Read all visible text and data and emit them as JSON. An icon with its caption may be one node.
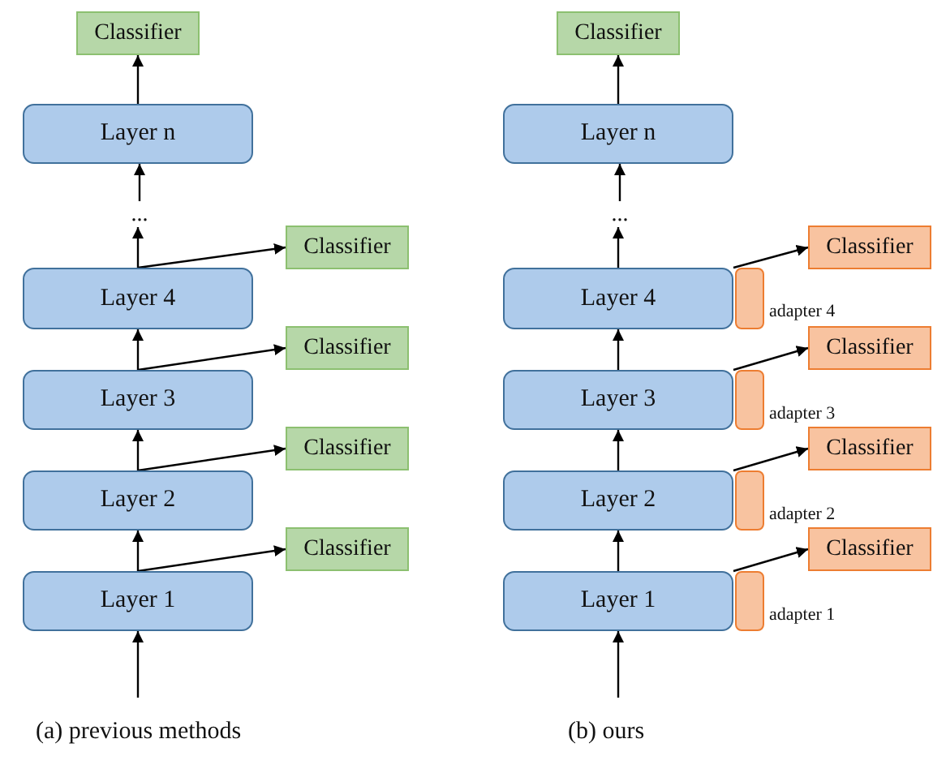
{
  "diagram": {
    "nodes": [
      {
        "text": [
          "Classifier"
        ]
      },
      {
        "text": [
          "Layer n"
        ]
      },
      {
        "text": [
          "..."
        ]
      },
      {
        "text": [
          "Classifier"
        ]
      },
      {
        "text": [
          "Layer 4"
        ]
      },
      {
        "text": [
          "Classifier"
        ]
      },
      {
        "text": [
          "Layer 3"
        ]
      },
      {
        "text": [
          "Classifier"
        ]
      },
      {
        "text": [
          "Layer 2"
        ]
      },
      {
        "text": [
          "Classifier"
        ]
      },
      {
        "text": [
          "Layer 1"
        ]
      },
      {
        "text": [
          "Classifier"
        ]
      },
      {
        "text": [
          "Layer n"
        ]
      },
      {
        "text": [
          "..."
        ]
      },
      {
        "text": [
          "Classifier"
        ]
      },
      {
        "text": [
          "Layer 4"
        ]
      },
      {
        "text": [],
        "shape": "box",
        "beside": [
          "adapter 4"
        ]
      },
      {
        "text": [
          "Classifier"
        ]
      },
      {
        "text": [
          "Layer 3"
        ]
      },
      {
        "text": [],
        "shape": "box",
        "beside": [
          "adapter 3"
        ]
      },
      {
        "text": [
          "Classifier"
        ]
      },
      {
        "text": [
          "Layer 2"
        ]
      },
      {
        "text": [],
        "shape": "box",
        "beside": [
          "adapter 2"
        ]
      },
      {
        "text": [
          "Classifier"
        ]
      },
      {
        "text": [
          "Layer 1"
        ]
      },
      {
        "text": [],
        "shape": "box",
        "beside": [
          "adapter 1"
        ]
      }
    ],
    "edges": [
      {
        "from": null,
        "to": 10,
        "arrow": "to"
      },
      {
        "from": 10,
        "to": 8,
        "arrow": "to"
      },
      {
        "from": 8,
        "to": 6,
        "arrow": "to"
      },
      {
        "from": 6,
        "to": 4,
        "arrow": "to"
      },
      {
        "from": 4,
        "to": 2,
        "arrow": "to"
      },
      {
        "from": 2,
        "to": 1,
        "arrow": "to"
      },
      {
        "from": 1,
        "to": 0,
        "arrow": "to"
      },
      {
        "from": 4,
        "to": 3,
        "arrow": "to"
      },
      {
        "from": 6,
        "to": 5,
        "arrow": "to"
      },
      {
        "from": 8,
        "to": 7,
        "arrow": "to"
      },
      {
        "from": 10,
        "to": 9,
        "arrow": "to"
      },
      {
        "from": null,
        "to": 24,
        "arrow": "to"
      },
      {
        "from": 24,
        "to": 21,
        "arrow": "to"
      },
      {
        "from": 21,
        "to": 18,
        "arrow": "to"
      },
      {
        "from": 18,
        "to": 15,
        "arrow": "to"
      },
      {
        "from": 15,
        "to": 13,
        "arrow": "to"
      },
      {
        "from": 13,
        "to": 12,
        "arrow": "to"
      },
      {
        "from": 12,
        "to": 11,
        "arrow": "to"
      },
      {
        "from": 15,
        "to": 14,
        "arrow": "to"
      },
      {
        "from": 18,
        "to": 17,
        "arrow": "to"
      },
      {
        "from": 21,
        "to": 20,
        "arrow": "to"
      },
      {
        "from": 24,
        "to": 23,
        "arrow": "to"
      }
    ],
    "labels": [
      "(a) previous methods",
      "(b) ours"
    ]
  }
}
